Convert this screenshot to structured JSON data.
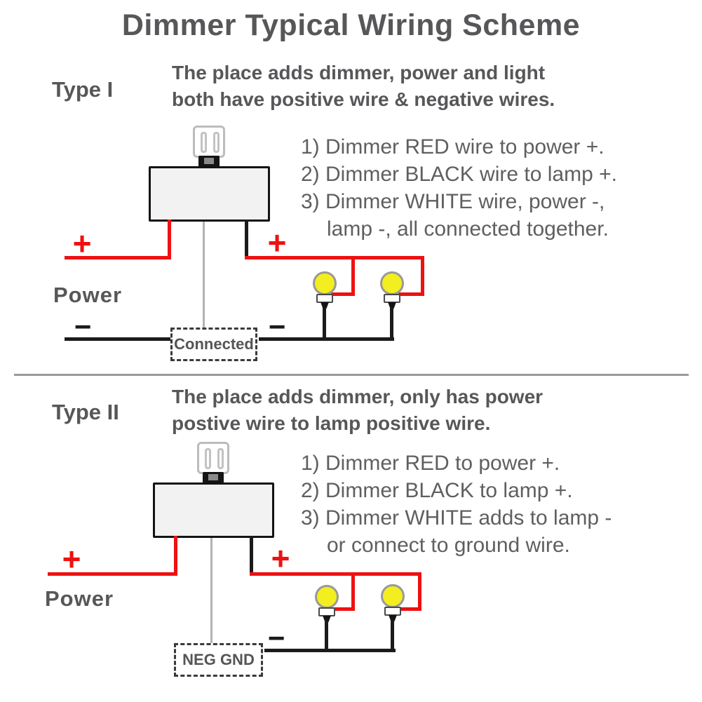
{
  "title": "Dimmer Typical Wiring Scheme",
  "symbols": {
    "plus": "+",
    "minus": "−"
  },
  "colors": {
    "wire_red": "#ee1111",
    "wire_black": "#1b1b1b",
    "wire_white_gray": "#b3b3b3",
    "lamp_yellow": "#f2ee20",
    "lamp_outline": "#999999",
    "heading_text": "#57575a",
    "step_text": "#5f5f5f",
    "dimmer_box_fill": "#f2f2f2"
  },
  "type1": {
    "label": "Type I",
    "description": [
      "The place adds dimmer, power and light",
      "both have positive wire & negative wires."
    ],
    "steps": [
      "1) Dimmer RED wire to power +.",
      "2) Dimmer BLACK wire to lamp +.",
      "3) Dimmer WHITE wire, power -,",
      "lamp -, all connected together."
    ],
    "power_label": "Power",
    "junction_label": "Connected"
  },
  "type2": {
    "label": "Type II",
    "description": [
      "The place adds dimmer, only has power",
      "postive wire to lamp positive wire."
    ],
    "steps": [
      "1) Dimmer RED to power +.",
      "2) Dimmer BLACK to lamp +.",
      "3) Dimmer WHITE adds to lamp -",
      "or connect to ground wire."
    ],
    "power_label": "Power",
    "junction_label": "NEG GND"
  }
}
